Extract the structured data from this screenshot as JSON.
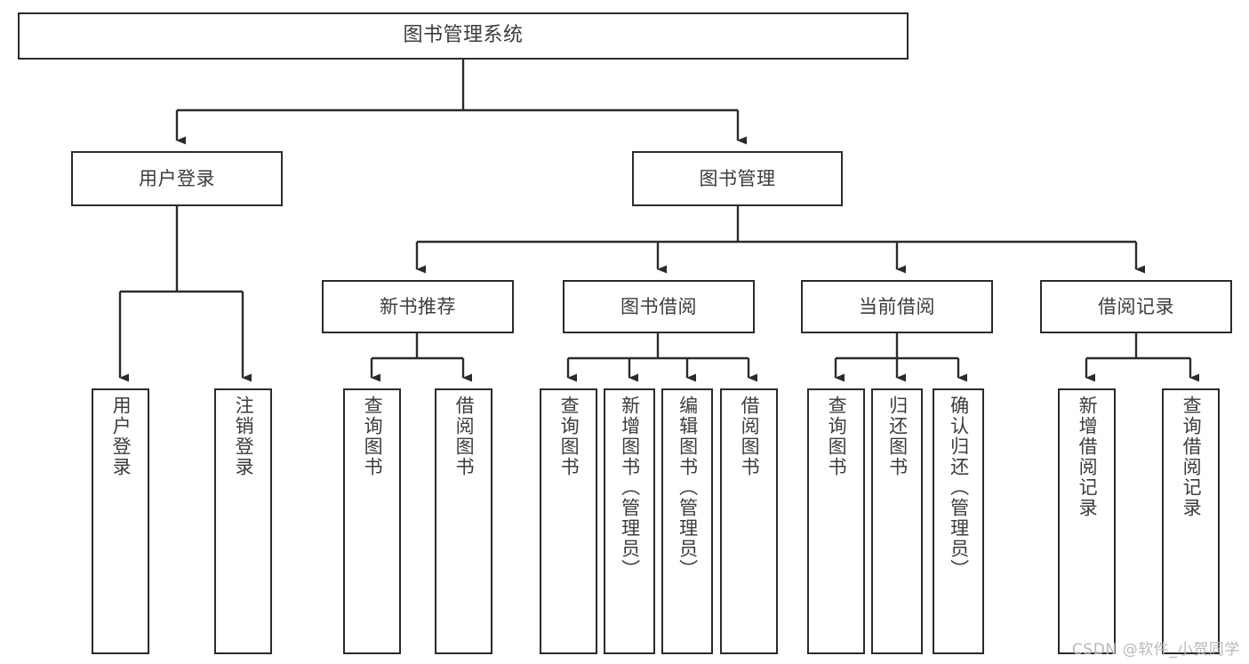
{
  "diagram": {
    "title": "图书管理系统",
    "type": "tree",
    "watermark": "CSDN @软件_小贺同学",
    "colors": {
      "stroke": "#2b2b2b",
      "text": "#3c3c3c",
      "background": "#ffffff",
      "watermark": "#b9b9b9"
    },
    "root": {
      "label": "图书管理系统"
    },
    "level2": [
      {
        "label": "用户登录"
      },
      {
        "label": "图书管理"
      }
    ],
    "level3": [
      {
        "label": "新书推荐"
      },
      {
        "label": "图书借阅"
      },
      {
        "label": "当前借阅"
      },
      {
        "label": "借阅记录"
      }
    ],
    "leaves": {
      "user_login": [
        {
          "label": "用户登录"
        },
        {
          "label": "注销登录"
        }
      ],
      "new_book": [
        {
          "label": "查询图书"
        },
        {
          "label": "借阅图书"
        }
      ],
      "book_borrow": [
        {
          "label": "查询图书"
        },
        {
          "label": "新增图书（管理员）"
        },
        {
          "label": "编辑图书（管理员）"
        },
        {
          "label": "借阅图书"
        }
      ],
      "current_borrow": [
        {
          "label": "查询图书"
        },
        {
          "label": "归还图书"
        },
        {
          "label": "确认归还（管理员）"
        }
      ],
      "borrow_record": [
        {
          "label": "新增借阅记录"
        },
        {
          "label": "查询借阅记录"
        }
      ]
    }
  }
}
